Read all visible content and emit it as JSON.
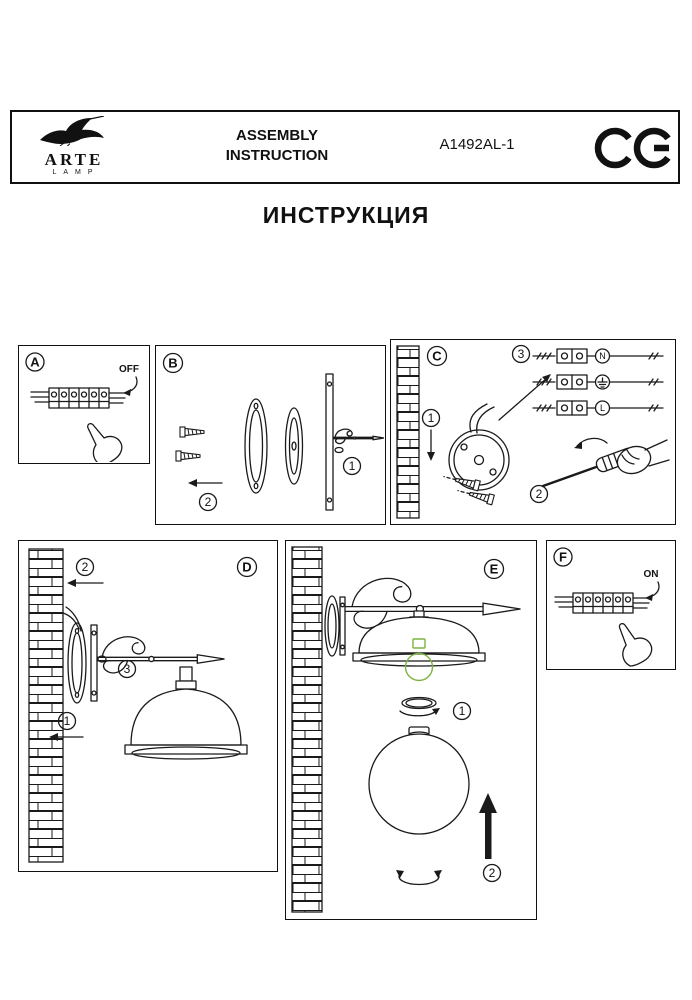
{
  "header": {
    "brand": {
      "name": "ARTE",
      "sub": "LAMP"
    },
    "doc_title_line1": "ASSEMBLY",
    "doc_title_line2": "INSTRUCTION",
    "model": "A1492AL-1",
    "ce_mark": "CE"
  },
  "main_title": "ИНСТРУКЦИЯ",
  "colors": {
    "bulb": "#7cb342"
  },
  "panels": {
    "a": {
      "letter": "A",
      "switch_label": "OFF"
    },
    "b": {
      "letter": "B",
      "steps": [
        "1",
        "2"
      ]
    },
    "c": {
      "letter": "C",
      "steps": [
        "1",
        "2",
        "3"
      ],
      "terminals": {
        "n": "N",
        "l": "L"
      }
    },
    "d": {
      "letter": "D",
      "steps": [
        "1",
        "2",
        "3"
      ]
    },
    "e": {
      "letter": "E",
      "steps": [
        "1",
        "2"
      ]
    },
    "f": {
      "letter": "F",
      "switch_label": "ON"
    }
  }
}
